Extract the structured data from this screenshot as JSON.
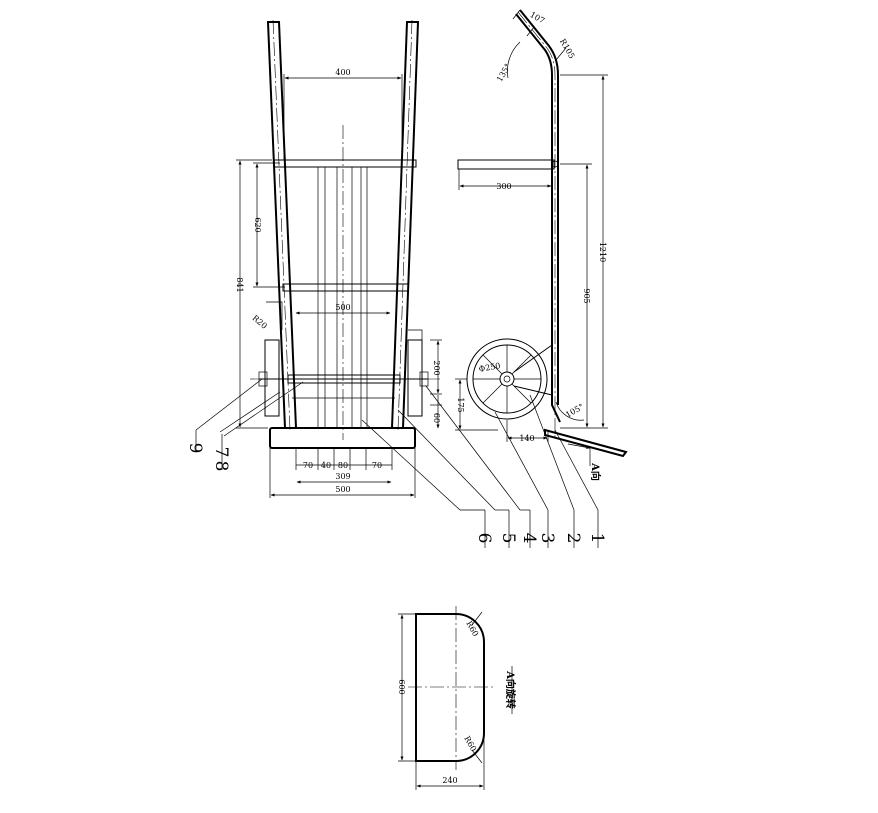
{
  "front_view": {
    "dims": {
      "top_width": "400",
      "height_620": "620",
      "height_841": "841",
      "plate_500": "500",
      "r20": "R20",
      "h200": "200",
      "h60": "60",
      "d70a": "70",
      "d40": "40",
      "d80": "80",
      "d70b": "70",
      "w309": "309",
      "w500": "500"
    },
    "part_labels": {
      "p9": "9",
      "p7": "7",
      "p8": "8",
      "p6": "6",
      "p5": "5",
      "p4": "4"
    }
  },
  "side_view": {
    "dims": {
      "a107": "107",
      "a135": "135°",
      "r105": "R105",
      "h1210": "1210",
      "h905": "905",
      "w300": "300",
      "wheel": "Φ250",
      "h175": "175",
      "w140": "140",
      "a105": "105°"
    },
    "part_labels": {
      "p3": "3",
      "p2": "2",
      "p1": "1"
    },
    "view_arrow": "A向"
  },
  "plate_view": {
    "title": "A向旋转",
    "dims": {
      "h600": "600",
      "w240": "240",
      "r60a": "R60",
      "r60b": "R60"
    }
  }
}
